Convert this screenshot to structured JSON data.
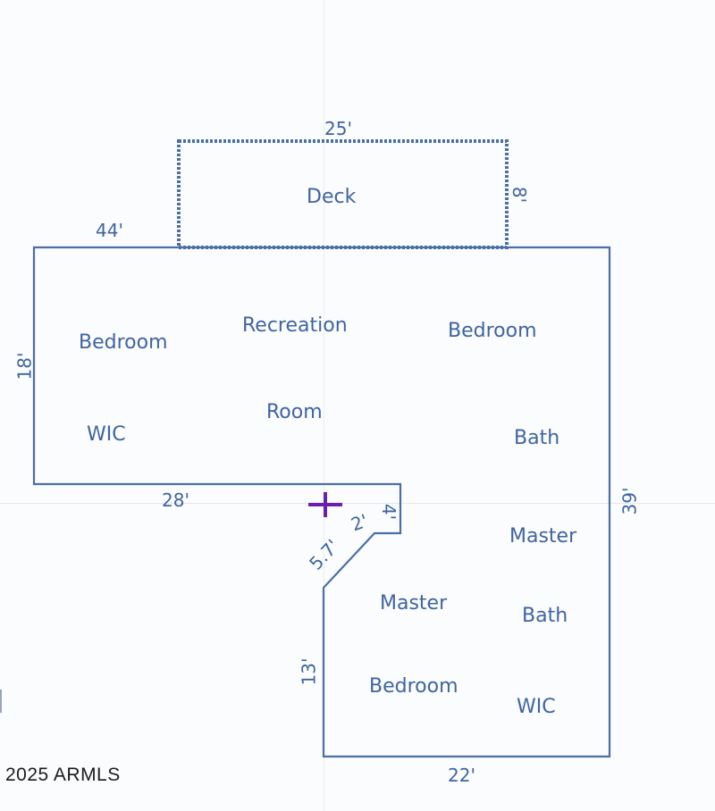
{
  "plan": {
    "line_color": "#4a6fa5",
    "text_color": "#3f64a1",
    "marker_color": "#6a1fb0",
    "deck": {
      "label": "Deck",
      "width_label": "25'",
      "depth_label": "8'"
    },
    "upper": {
      "top_width_label": "44'",
      "left_height_label": "18'",
      "bottom_width_label": "28'",
      "rooms": {
        "bedroom_left": "Bedroom",
        "recreation": "Recreation",
        "room": "Room",
        "wic_left": "WIC",
        "bedroom_right": "Bedroom",
        "bath_right": "Bath"
      }
    },
    "lower": {
      "right_height_label": "39'",
      "notch_label": "4'",
      "step_label": "2'",
      "diagonal_label": "5.7'",
      "left_height_label": "13'",
      "bottom_width_label": "22'",
      "rooms": {
        "master_bath_1": "Master",
        "master_bath_2": "Bath",
        "master_bed_1": "Master",
        "master_bed_2": "Bedroom",
        "wic": "WIC"
      }
    }
  },
  "watermark": {
    "copyright": "2025 ARMLS"
  }
}
